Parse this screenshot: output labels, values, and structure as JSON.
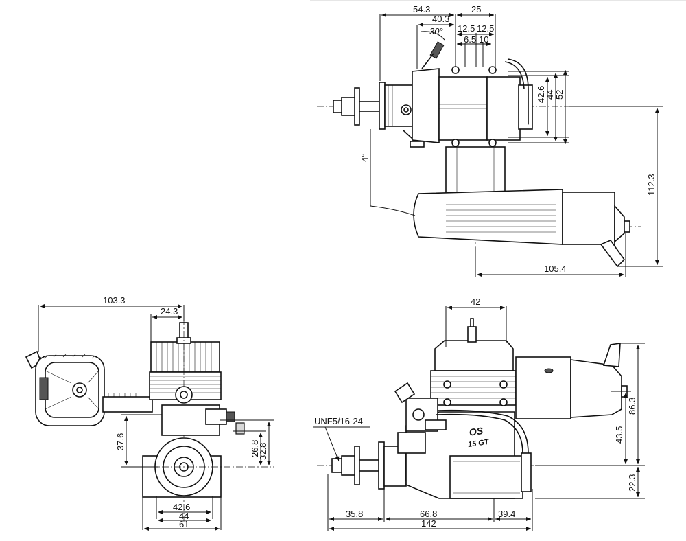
{
  "top_view": {
    "dims": {
      "d54_3": "54.3",
      "d25": "25",
      "d40_3": "40.3",
      "angle30": "30°",
      "d12_5a": "12.5",
      "d12_5b": "12.5",
      "d6_5": "6.5",
      "d10": "10",
      "d42_6": "42.6",
      "d44": "44",
      "d52": "52",
      "angle4": "4°",
      "d112_3": "112.3",
      "d105_4": "105.4"
    }
  },
  "front_view": {
    "dims": {
      "d103_3": "103.3",
      "d24_3": "24.3",
      "d37_6": "37.6",
      "d26_8": "26.8",
      "d32_8": "32.8",
      "d42_6": "42.6",
      "d44": "44",
      "d61": "61"
    }
  },
  "side_view": {
    "dims": {
      "d42": "42",
      "thread": "UNF5/16-24",
      "d86_3": "86.3",
      "d43_5": "43.5",
      "d22_3": "22.3",
      "d35_8": "35.8",
      "d66_8": "66.8",
      "d39_4": "39.4",
      "d142": "142"
    },
    "logo": "OS",
    "model": "15 GT"
  }
}
